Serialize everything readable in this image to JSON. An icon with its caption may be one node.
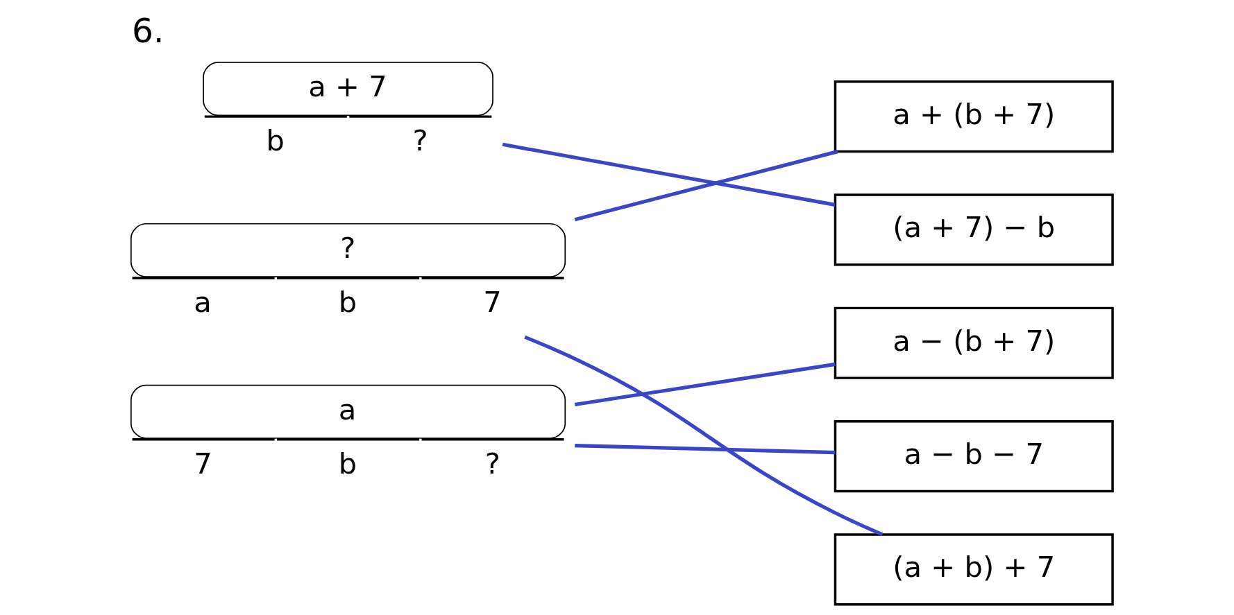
{
  "diagram": {
    "title": "6.",
    "nodes": [
      {
        "text": [
          "a + 7",
          "b",
          "?"
        ]
      },
      {
        "text": [
          "?",
          "a",
          "b",
          "7"
        ]
      },
      {
        "text": [
          "a",
          "7",
          "b",
          "?"
        ]
      },
      {
        "text": [
          "a + (b + 7)"
        ]
      },
      {
        "text": [
          "(a + 7) − b"
        ]
      },
      {
        "text": [
          "a − (b + 7)"
        ]
      },
      {
        "text": [
          "a − b − 7"
        ]
      },
      {
        "text": [
          "(a + b) + 7"
        ]
      }
    ],
    "edges": [
      {
        "from": 0,
        "to": 4,
        "arrow": "none"
      },
      {
        "from": 1,
        "to": 3,
        "arrow": "none"
      },
      {
        "from": 1,
        "to": 7,
        "arrow": "none"
      },
      {
        "from": 2,
        "to": 5,
        "arrow": "none"
      },
      {
        "from": 2,
        "to": 6,
        "arrow": "none"
      }
    ]
  }
}
